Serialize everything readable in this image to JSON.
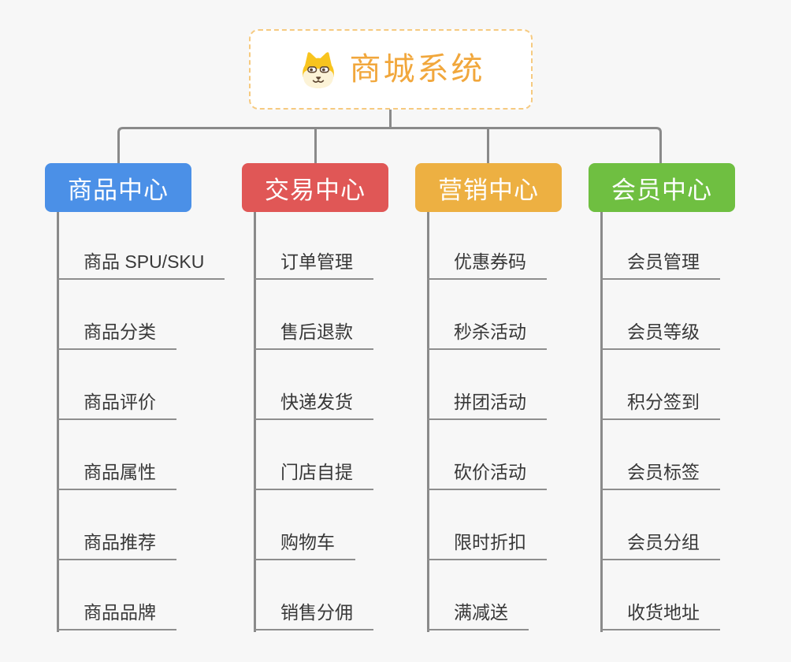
{
  "page": {
    "background": "#F7F7F7"
  },
  "connector_color": "#8A8A8A",
  "root": {
    "title": "商城系统",
    "icon": "shiba-dog-icon",
    "text_color": "#F1A73C",
    "border_color": "#F6CA80"
  },
  "branches": [
    {
      "label": "商品中心",
      "color": "#4B90E7",
      "items": [
        "商品 SPU/SKU",
        "商品分类",
        "商品评价",
        "商品属性",
        "商品推荐",
        "商品品牌"
      ]
    },
    {
      "label": "交易中心",
      "color": "#E05756",
      "items": [
        "订单管理",
        "售后退款",
        "快递发货",
        "门店自提",
        "购物车",
        "销售分佣"
      ]
    },
    {
      "label": "营销中心",
      "color": "#EDB042",
      "items": [
        "优惠券码",
        "秒杀活动",
        "拼团活动",
        "砍价活动",
        "限时折扣",
        "满减送"
      ]
    },
    {
      "label": "会员中心",
      "color": "#6FBF41",
      "items": [
        "会员管理",
        "会员等级",
        "积分签到",
        "会员标签",
        "会员分组",
        "收货地址"
      ]
    }
  ]
}
